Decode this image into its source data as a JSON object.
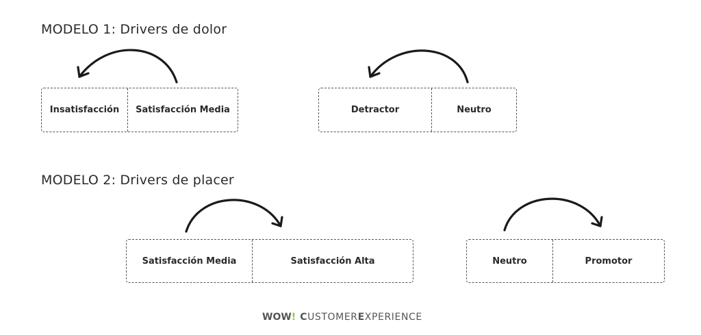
{
  "modelo1": {
    "title": "MODELO 1: Drivers de dolor",
    "group_a": {
      "left": "Insatisfacción",
      "right": "Satisfacción Media"
    },
    "group_b": {
      "left": "Detractor",
      "right": "Neutro"
    }
  },
  "modelo2": {
    "title": "MODELO 2: Drivers de placer",
    "group_a": {
      "left": "Satisfacción Media",
      "right": "Satisfacción Alta"
    },
    "group_b": {
      "left": "Neutro",
      "right": "Promotor"
    }
  },
  "brand": {
    "logo_wo": "WO",
    "logo_w": "W",
    "logo_mark": "!",
    "c1": "C",
    "t1": "USTOMER ",
    "c2": "E",
    "t2": "XPERIENCE"
  },
  "colors": {
    "border": "#555555",
    "accent": "#8cc63f"
  }
}
